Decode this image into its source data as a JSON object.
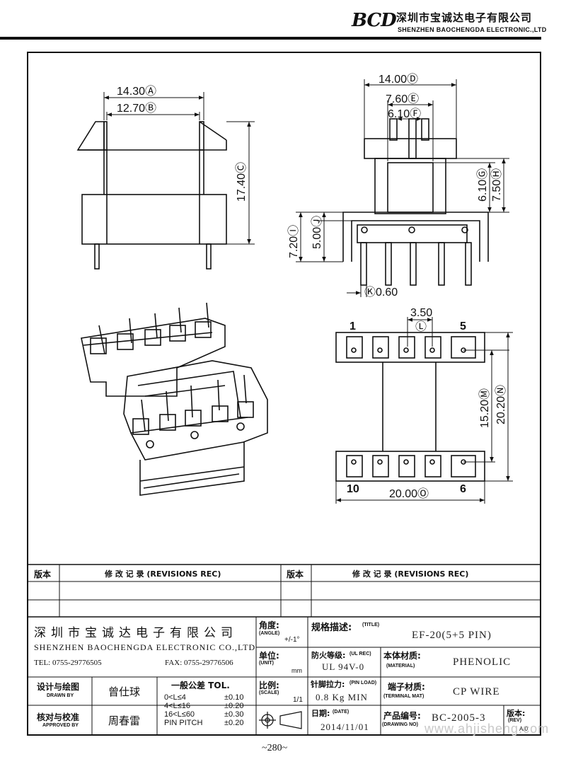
{
  "header": {
    "logo": "BCD",
    "company_cn": "深圳市宝诚达电子有限公司",
    "company_en": "SHENZHEN BAOCHENGDA ELECTRONIC.,LTD"
  },
  "dimensions": {
    "a": "14.30Ⓐ",
    "b": "12.70Ⓑ",
    "c": "17.40Ⓒ",
    "d": "14.00Ⓓ",
    "e": "7.60Ⓔ",
    "f": "6.10Ⓕ",
    "g": "6.10Ⓖ",
    "h": "7.50Ⓗ",
    "i": "7.20Ⓘ",
    "j": "5.00Ⓙ",
    "k": "Ⓚ0.60",
    "l_value": "3.50",
    "l_mark": "Ⓛ",
    "m": "15.20Ⓜ",
    "n": "20.20Ⓝ",
    "o": "20.00Ⓞ",
    "pin1": "1",
    "pin5": "5",
    "pin10": "10",
    "pin6": "6"
  },
  "revisions": {
    "col_version": "版本",
    "col_record": "修 改 记 录  (REVISIONS REC)",
    "col_version2": "版本",
    "col_record2": "修 改 记 录  (REVISIONS REC)"
  },
  "title_block": {
    "company_cn": "深圳市宝诚达电子有限公司",
    "company_en": "SHENZHEN BAOCHENGDA ELECTRONIC CO.,LTD",
    "tel": "TEL: 0755-29776505",
    "fax": "FAX: 0755-29776506",
    "angle_cn": "角度:",
    "angle_en": "(ANGLE)",
    "angle_val": "+/-1°",
    "unit_cn": "单位:",
    "unit_en": "(UNIT)",
    "unit_val": "mm",
    "title_cn": "规格描述:",
    "title_en": "(TITLE)",
    "title_val": "EF-20(5+5 PIN)",
    "ul_cn": "防火等级:",
    "ul_en": "(UL REC)",
    "ul_val": "UL 94V-0",
    "material_cn": "本体材质:",
    "material_en": "(MATERIAL)",
    "material_val": "PHENOLIC",
    "drawn_cn": "设计与绘图",
    "drawn_en": "DRAWN BY",
    "drawn_val": "曾仕球",
    "tol_title": "一般公差 TOL.",
    "tol_rows": [
      {
        "range": "0<L≤4",
        "tol": "±0.10"
      },
      {
        "range": "4<L≤16",
        "tol": "±0.20"
      },
      {
        "range": "16<L≤60",
        "tol": "±0.30"
      },
      {
        "range": "PIN PITCH",
        "tol": "±0.20"
      }
    ],
    "scale_cn": "比例:",
    "scale_en": "(SCALE)",
    "scale_val": "1/1",
    "pinload_cn": "针脚拉力:",
    "pinload_en": "(PIN LOAD)",
    "pinload_val": "0.8 Kg MIN",
    "terminal_cn": "端子材质:",
    "terminal_en": "(TERMINAL MAT)",
    "terminal_val": "CP WIRE",
    "approved_cn": "核对与校准",
    "approved_en": "APPROVED BY",
    "approved_val": "周春雷",
    "date_cn": "日期:",
    "date_en": "(DATE)",
    "date_val": "2014/11/01",
    "drawing_cn": "产品编号:",
    "drawing_en": "(DRAWING NO)",
    "drawing_val": "BC-2005-3",
    "rev_cn": "版本:",
    "rev_en": "(REV)",
    "rev_val": "A/0"
  },
  "footer": {
    "page": "~280~",
    "watermark": "www.ahjisheng.com"
  }
}
